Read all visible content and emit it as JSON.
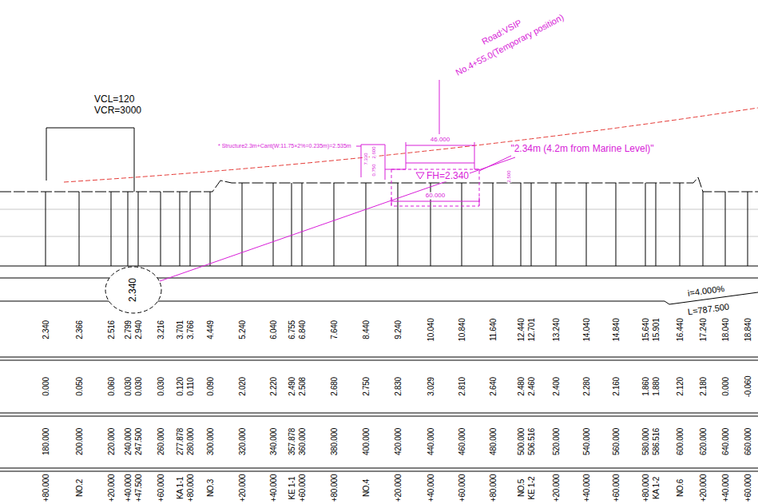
{
  "diagram": {
    "nodes": [
      {
        "text": [
          "2.340"
        ]
      }
    ],
    "labels": [
      "Road:VSIP",
      "No.4+55.0(Temporary position)",
      "VCL=120",
      "VCR=3000",
      "* Structure2.3m+Cant(W:11.75×2%=0.235m)=2.535m",
      "46.000",
      "\"2.34m (4.2m from Marine Level)\"",
      "7.330",
      "2.600",
      "0.750",
      "FH=2.340",
      "2.500",
      "60.000",
      "i=4.000%",
      "L=787.500",
      "2.340",
      "2.366",
      "2.516",
      "2.799",
      "2.940",
      "3.216",
      "3.701",
      "3.766",
      "4.449",
      "5.240",
      "6.040",
      "6.755",
      "6.840",
      "7.640",
      "8.440",
      "9.240",
      "10.040",
      "10.840",
      "11.640",
      "12.440",
      "12.701",
      "13.240",
      "14.040",
      "14.840",
      "15.640",
      "15.901",
      "16.440",
      "17.240",
      "18.040",
      "18.840",
      "0.000",
      "0.050",
      "0.060",
      "0.030",
      "0.030",
      "0.030",
      "0.120",
      "0.110",
      "0.090",
      "2.020",
      "2.220",
      "2.490",
      "2.508",
      "2.680",
      "2.750",
      "2.830",
      "3.029",
      "2.810",
      "2.640",
      "2.480",
      "2.460",
      "2.400",
      "2.280",
      "2.160",
      "1.860",
      "1.880",
      "2.120",
      "2.180",
      "0.000",
      "-0.060",
      "180.000",
      "200.000",
      "220.000",
      "240.000",
      "247.500",
      "260.000",
      "277.878",
      "280.000",
      "300.000",
      "320.000",
      "340.000",
      "357.878",
      "360.000",
      "380.000",
      "400.000",
      "420.000",
      "440.000",
      "460.000",
      "480.000",
      "500.000",
      "506.516",
      "520.000",
      "540.000",
      "560.000",
      "580.000",
      "586.516",
      "600.000",
      "620.000",
      "640.000",
      "660.000",
      "+80.000",
      "NO.2",
      "+20.000",
      "+40.000",
      "+47.500",
      "+60.000",
      "KA 1-1",
      "+80.000",
      "NO.3",
      "+20.000",
      "+40.000",
      "KE 1-1",
      "+60.000",
      "+80.000",
      "NO.4",
      "+20.000",
      "+40.000",
      "+60.000",
      "+80.000",
      "NO.5",
      "KE 1-2",
      "+20.000",
      "+40.000",
      "+60.000",
      "+80.000",
      "KA 1-2",
      "NO.6",
      "+20.000",
      "+40.000",
      "+60.000"
    ]
  }
}
